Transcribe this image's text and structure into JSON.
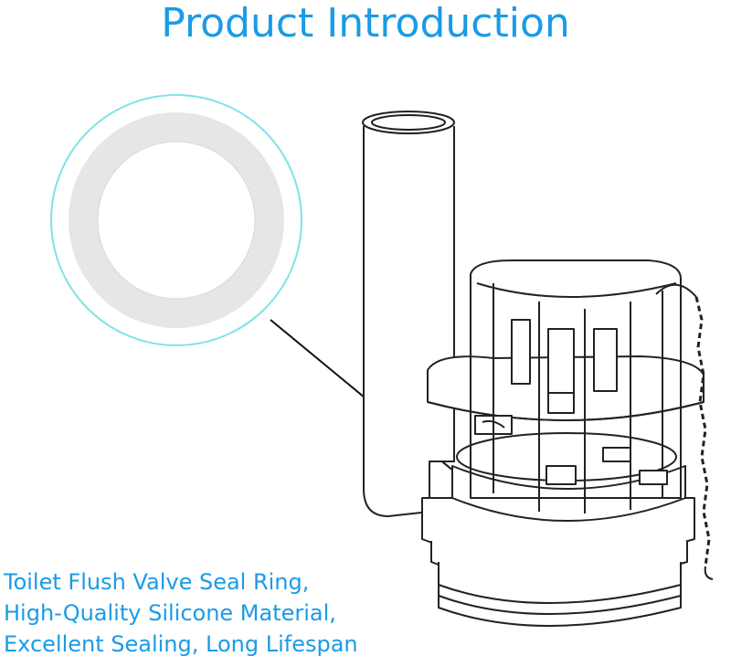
{
  "title": "Product Introduction",
  "caption_lines": [
    "Toilet Flush Valve Seal Ring,",
    "High-Quality Silicone Material,",
    "Excellent Sealing, Long Lifespan"
  ],
  "colors": {
    "accent": "#1a9be6",
    "callout_border": "#7fe3e8",
    "seal_ring": "#e4e4e4",
    "line_art": "#222222"
  },
  "icons": {
    "seal_ring": "seal-ring-icon",
    "flush_valve": "flush-valve-illustration"
  }
}
